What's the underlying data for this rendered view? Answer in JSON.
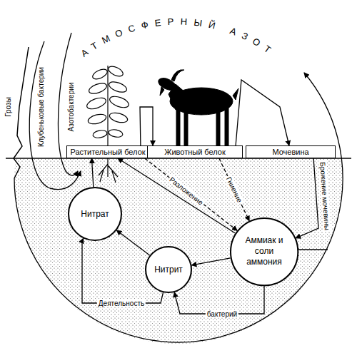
{
  "diagram": {
    "nodes": [
      {
        "text": [
          "Растительный белок"
        ]
      },
      {
        "text": [
          "Животный белок"
        ]
      },
      {
        "text": [
          "Мочевина"
        ]
      },
      {
        "text": [
          "Нитрат"
        ]
      },
      {
        "text": [
          "Нитрит"
        ]
      },
      {
        "text": [
          "Аммиак и соли аммония"
        ]
      }
    ],
    "edges": [
      {
        "from": 0,
        "to": 1,
        "arrow": "to"
      },
      {
        "from": 1,
        "to": 2,
        "arrow": "to"
      },
      {
        "from": 0,
        "to": 5,
        "arrow": "to",
        "label": "Разложение"
      },
      {
        "from": 1,
        "to": 5,
        "arrow": "to",
        "label": "Гниение"
      },
      {
        "from": 2,
        "to": 5,
        "arrow": "to",
        "label": "Брожение мочевины"
      },
      {
        "from": 5,
        "to": 0,
        "arrow": "to"
      },
      {
        "from": 5,
        "to": 4,
        "arrow": "to"
      },
      {
        "from": 4,
        "to": 3,
        "arrow": "to"
      },
      {
        "from": 3,
        "to": 0,
        "arrow": "to"
      },
      {
        "from": 4,
        "to": 3,
        "arrow": "to",
        "label": "Деятельность"
      },
      {
        "from": 5,
        "to": 4,
        "arrow": "to",
        "label": "бактерий"
      }
    ],
    "labels": [
      "АТМОСФЕРНЫЙ АЗОТ",
      "Грозы",
      "Клубеньковые бактерии",
      "Азотобактерии"
    ]
  }
}
